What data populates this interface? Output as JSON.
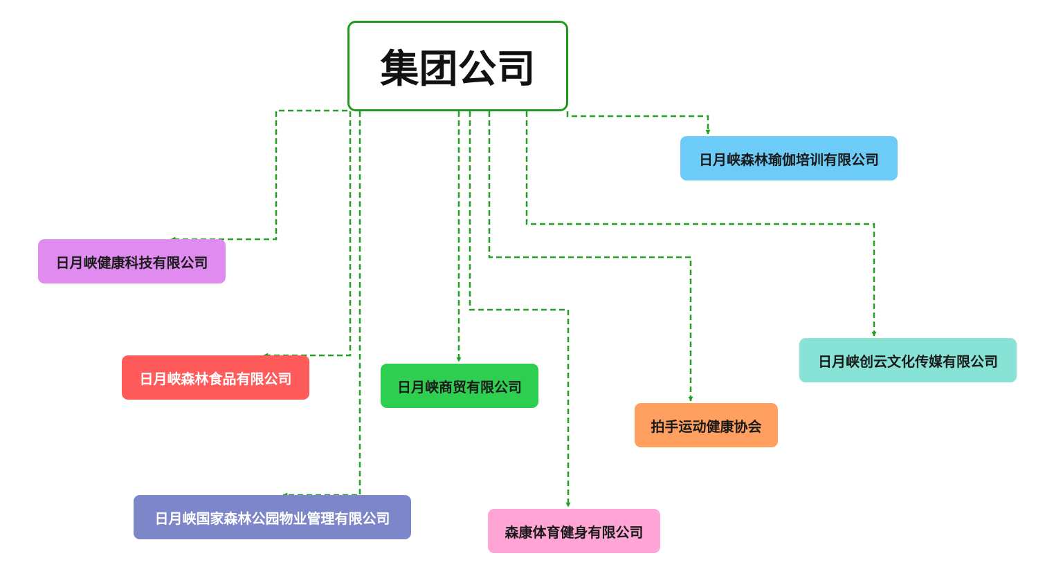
{
  "root": {
    "label": "集团公司"
  },
  "connector_color": "#22a022",
  "companies": [
    {
      "label": "日月峡健康科技有限公司",
      "color": "#df8bef"
    },
    {
      "label": "日月峡森林食品有限公司",
      "color": "#ff5b5b"
    },
    {
      "label": "日月峡国家森林公园物业管理有限公司",
      "color": "#7d86c9"
    },
    {
      "label": "日月峡商贸有限公司",
      "color": "#2ecf50"
    },
    {
      "label": "森康体育健身有限公司",
      "color": "#ffa6d6"
    },
    {
      "label": "拍手运动健康协会",
      "color": "#ffa061"
    },
    {
      "label": "日月峡创云文化传媒有限公司",
      "color": "#86e3d5"
    },
    {
      "label": "日月峡森林瑜伽培训有限公司",
      "color": "#6dcbf8"
    }
  ]
}
